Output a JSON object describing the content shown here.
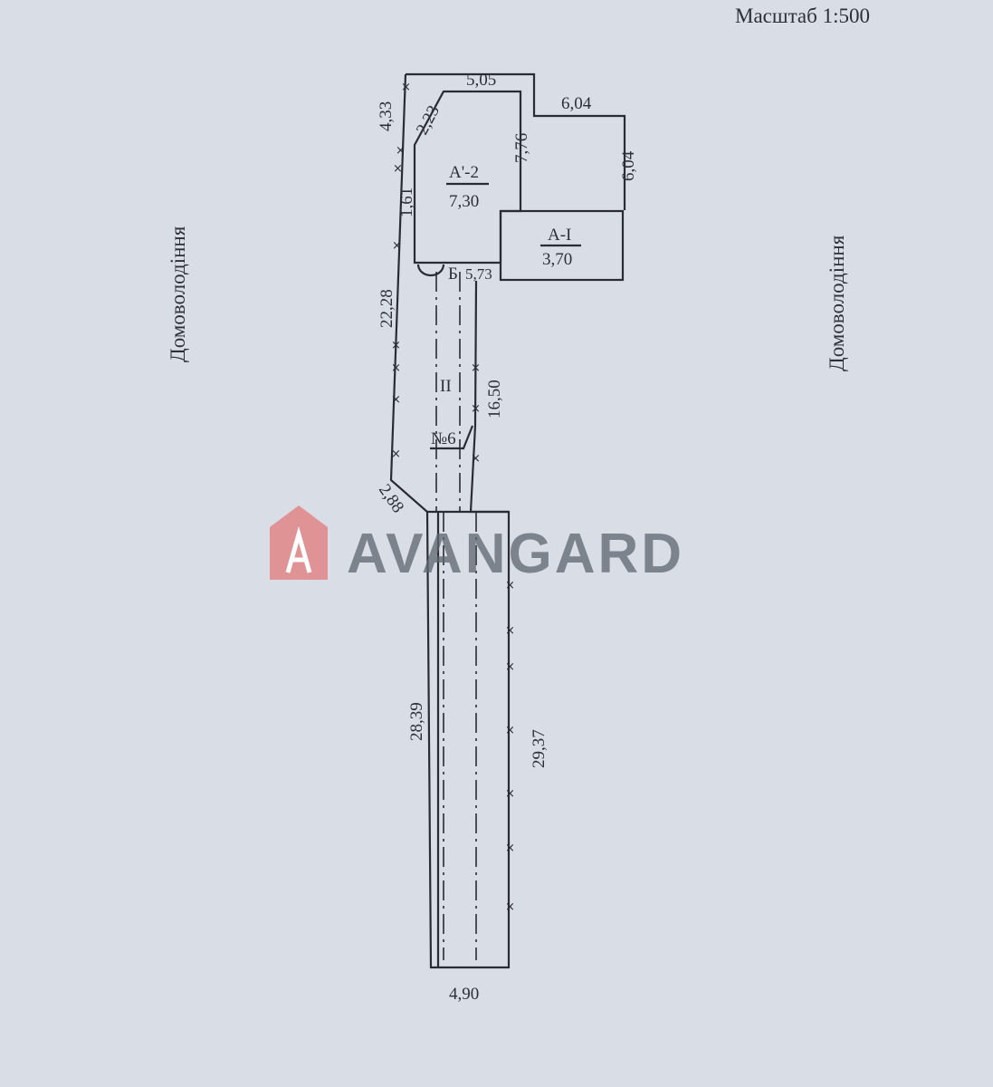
{
  "scale_label": "Масштаб 1:500",
  "neighbors": {
    "left": "Домоволодіння",
    "right": "Домоволодіння"
  },
  "buildings": [
    {
      "name": "A'-2",
      "value": "7,30"
    },
    {
      "name": "A-I",
      "value": "3,70"
    }
  ],
  "labels": {
    "passage": "II",
    "number": "№6",
    "porch": "Б"
  },
  "dimensions": {
    "top": "5,05",
    "left_top": "4,33",
    "bevel": "2,23",
    "left_mid": "1,61",
    "left_long": "22,28",
    "inner_right": "7,76",
    "ext_top": "6,04",
    "ext_right": "6,04",
    "small": "5,73",
    "passage_right": "16,50",
    "diag": "2,88",
    "strip_left": "28,39",
    "strip_right": "29,37",
    "bottom": "4,90"
  },
  "watermark": "AVANGARD",
  "colors": {
    "paper": "#d9dde6",
    "ink": "#2a2c33",
    "logo": "#e07a7a"
  }
}
